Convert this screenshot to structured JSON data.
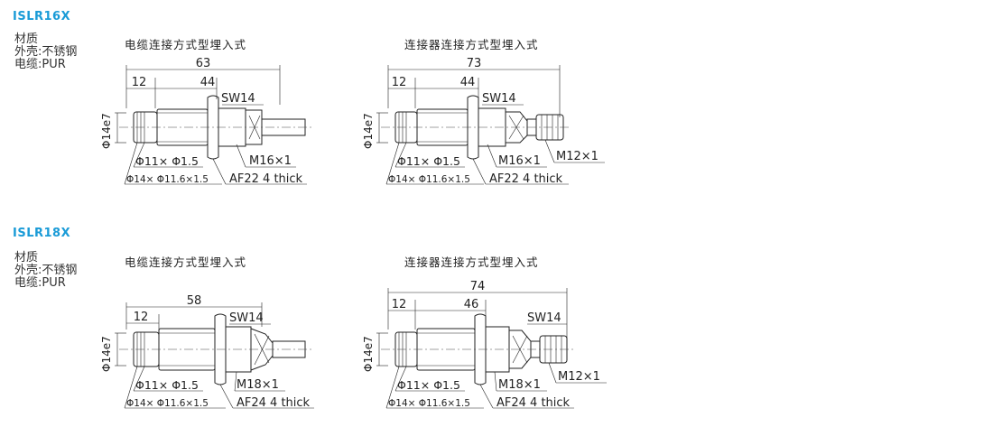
{
  "sections": [
    {
      "model": "ISLR16X",
      "material": [
        "材质",
        "外壳:不锈钢",
        "电缆:PUR"
      ],
      "views": [
        {
          "title": "电缆连接方式型埋入式",
          "dims": {
            "total": "63",
            "left": "12",
            "mid": "44",
            "sw": "SW14",
            "dia": "Φ14e7",
            "thread_a": "Φ11× Φ1.5",
            "thread_b": "Φ14× Φ11.6×1.5",
            "thread_m": "M16×1",
            "nut": "AF22 4 thick"
          }
        },
        {
          "title": "连接器连接方式型埋入式",
          "dims": {
            "total": "73",
            "left": "12",
            "mid": "44",
            "sw": "SW14",
            "dia": "Φ14e7",
            "thread_a": "Φ11× Φ1.5",
            "thread_b": "Φ14× Φ11.6×1.5",
            "thread_m": "M16×1",
            "connector": "M12×1",
            "nut": "AF22 4 thick"
          }
        }
      ]
    },
    {
      "model": "ISLR18X",
      "material": [
        "材质",
        "外壳:不锈钢",
        "电缆:PUR"
      ],
      "views": [
        {
          "title": "电缆连接方式型埋入式",
          "dims": {
            "total": "58",
            "left": "12",
            "sw": "SW14",
            "dia": "Φ14e7",
            "thread_a": "Φ11× Φ1.5",
            "thread_b": "Φ14× Φ11.6×1.5",
            "thread_m": "M18×1",
            "nut": "AF24 4 thick"
          }
        },
        {
          "title": "连接器连接方式型埋入式",
          "dims": {
            "total": "74",
            "left": "12",
            "mid": "46",
            "sw": "SW14",
            "dia": "Φ14e7",
            "thread_a": "Φ11× Φ1.5",
            "thread_b": "Φ14× Φ11.6×1.5",
            "thread_m": "M18×1",
            "connector": "M12×1",
            "nut": "AF24 4 thick"
          }
        }
      ]
    }
  ]
}
